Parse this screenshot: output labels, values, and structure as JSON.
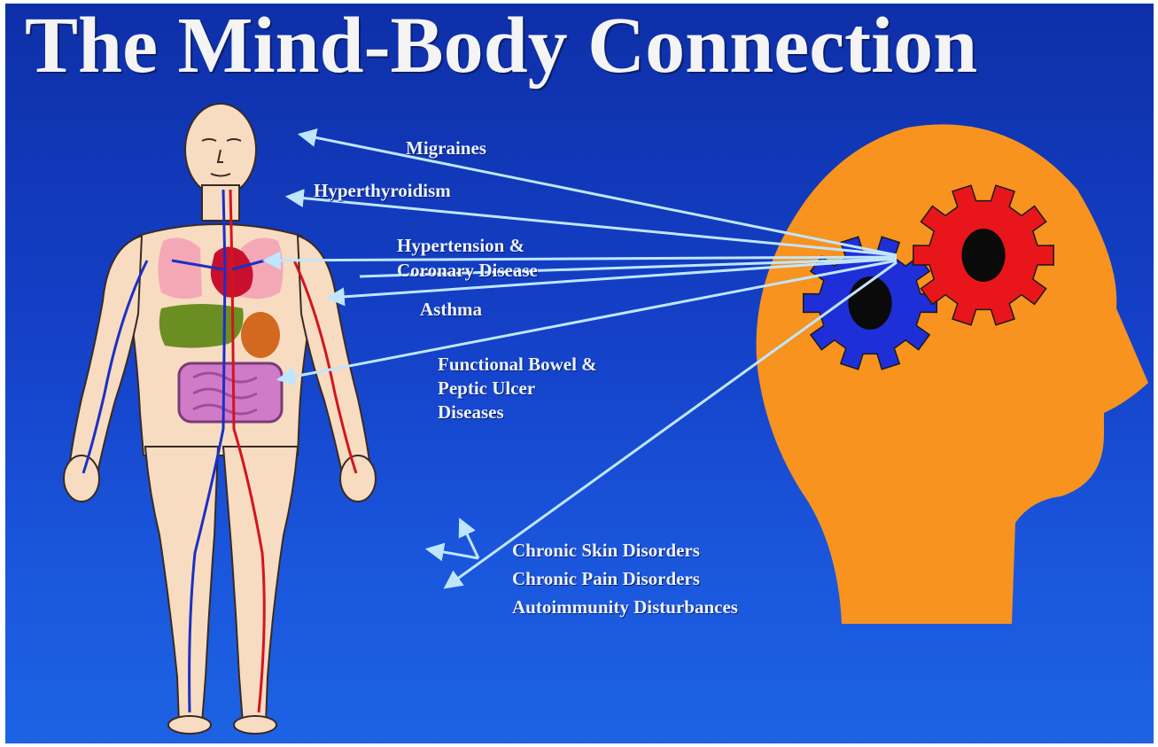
{
  "title": "The Mind-Body Connection",
  "labels": {
    "migraines": "Migraines",
    "hyperthyroidism": "Hyperthyroidism",
    "hypertension_line1": "Hypertension &",
    "hypertension_line2": "Coronary Disease",
    "asthma": "Asthma",
    "bowel_line1": "Functional Bowel &",
    "bowel_line2": "Peptic Ulcer",
    "bowel_line3": "Diseases",
    "skin": "Chronic Skin Disorders",
    "pain": "Chronic Pain Disorders",
    "autoimmunity": "Autoimmunity Disturbances"
  },
  "colors": {
    "background": "#1441c8",
    "head": "#f7931e",
    "gear_blue": "#1f2fd8",
    "gear_red": "#e8161a",
    "arrow": "#bfe6ff",
    "skin": "#f7dcc2"
  }
}
